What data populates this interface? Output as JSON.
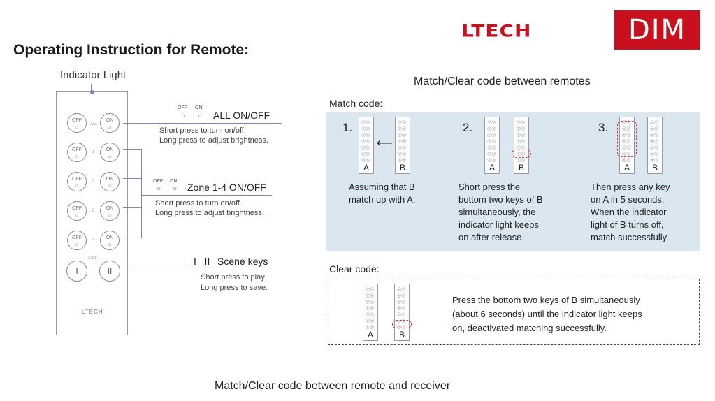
{
  "header": {
    "logo_text": "LTECH",
    "badge_text": "DIM",
    "brand_color": "#c8101e"
  },
  "instructions": {
    "title": "Operating Instruction for Remote:",
    "indicator_light_label": "Indicator Light",
    "remote": {
      "brand": "LTECH",
      "rows": [
        {
          "off": "OFF",
          "mid": "ALL",
          "on": "ON"
        },
        {
          "off": "OFF",
          "mid": "1",
          "on": "ON"
        },
        {
          "off": "OFF",
          "mid": "2",
          "on": "ON"
        },
        {
          "off": "OFF",
          "mid": "3",
          "on": "ON"
        },
        {
          "off": "OFF",
          "mid": "4",
          "on": "ON"
        }
      ],
      "scene_left": "I",
      "scene_right": "II",
      "save_label": "SAVE"
    },
    "callouts": {
      "all": {
        "off": "OFF",
        "on": "ON",
        "title": "ALL ON/OFF",
        "line1": "Short press to turn on/off.",
        "line2": "Long press to adjust brightness."
      },
      "zone": {
        "off": "OFF",
        "on": "ON",
        "title": "Zone 1-4  ON/OFF",
        "line1": "Short press to turn on/off.",
        "line2": "Long press to adjust brightness."
      },
      "scene": {
        "icons": "I   II",
        "title": "Scene keys",
        "line1": "Short press to play.",
        "line2": "Long press to save."
      }
    }
  },
  "match_clear_remotes": {
    "title": "Match/Clear code between remotes",
    "match_label": "Match code:",
    "steps": [
      {
        "num": "1.",
        "a": "A",
        "b": "B",
        "desc": [
          "Assuming that B",
          "match up with A."
        ]
      },
      {
        "num": "2.",
        "a": "A",
        "b": "B",
        "desc": [
          "Short press the",
          "bottom two keys of B",
          "simultaneously, the",
          "indicator light keeps",
          "on after release."
        ]
      },
      {
        "num": "3.",
        "a": "A",
        "b": "B",
        "desc": [
          "Then press any key",
          "on A in 5 seconds.",
          "When the indicator",
          "light of B turns off,",
          "match successfully."
        ]
      }
    ],
    "clear_label": "Clear code:",
    "clear": {
      "a": "A",
      "b": "B",
      "desc": [
        "Press the bottom two keys of B simultaneously",
        "(about 6 seconds) until the indicator light keeps",
        "on, deactivated matching successfully."
      ]
    }
  },
  "footer": {
    "title": "Match/Clear code between remote and receiver"
  }
}
